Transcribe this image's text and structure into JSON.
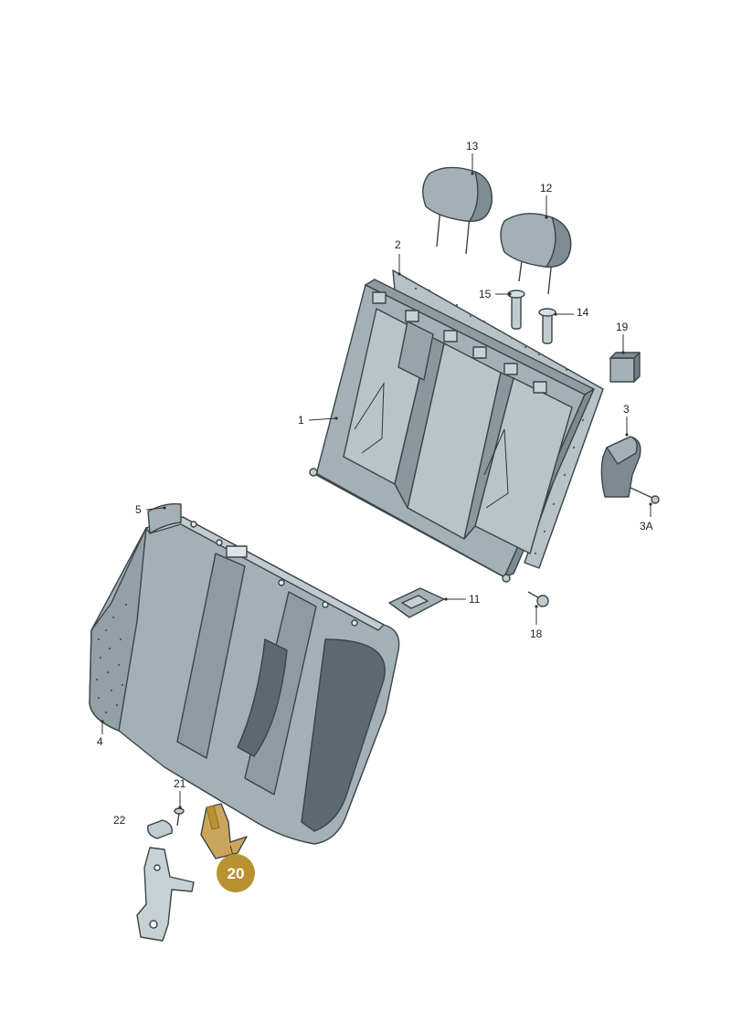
{
  "colors": {
    "part_fill": "#a3b1b6",
    "part_fill_light": "#c2ccd0",
    "part_fill_dark": "#6f7e84",
    "part_outline": "#3a4448",
    "highlight_fill": "#c9a65a",
    "highlight_badge": "#b8922e",
    "label_color": "#222222"
  },
  "callouts": {
    "c1": "1",
    "c2": "2",
    "c3": "3",
    "c3a": "3A",
    "c4": "4",
    "c5": "5",
    "c11": "11",
    "c12": "12",
    "c13": "13",
    "c14": "14",
    "c15": "15",
    "c18": "18",
    "c19": "19",
    "c21": "21",
    "c22": "22",
    "c20": "20"
  }
}
